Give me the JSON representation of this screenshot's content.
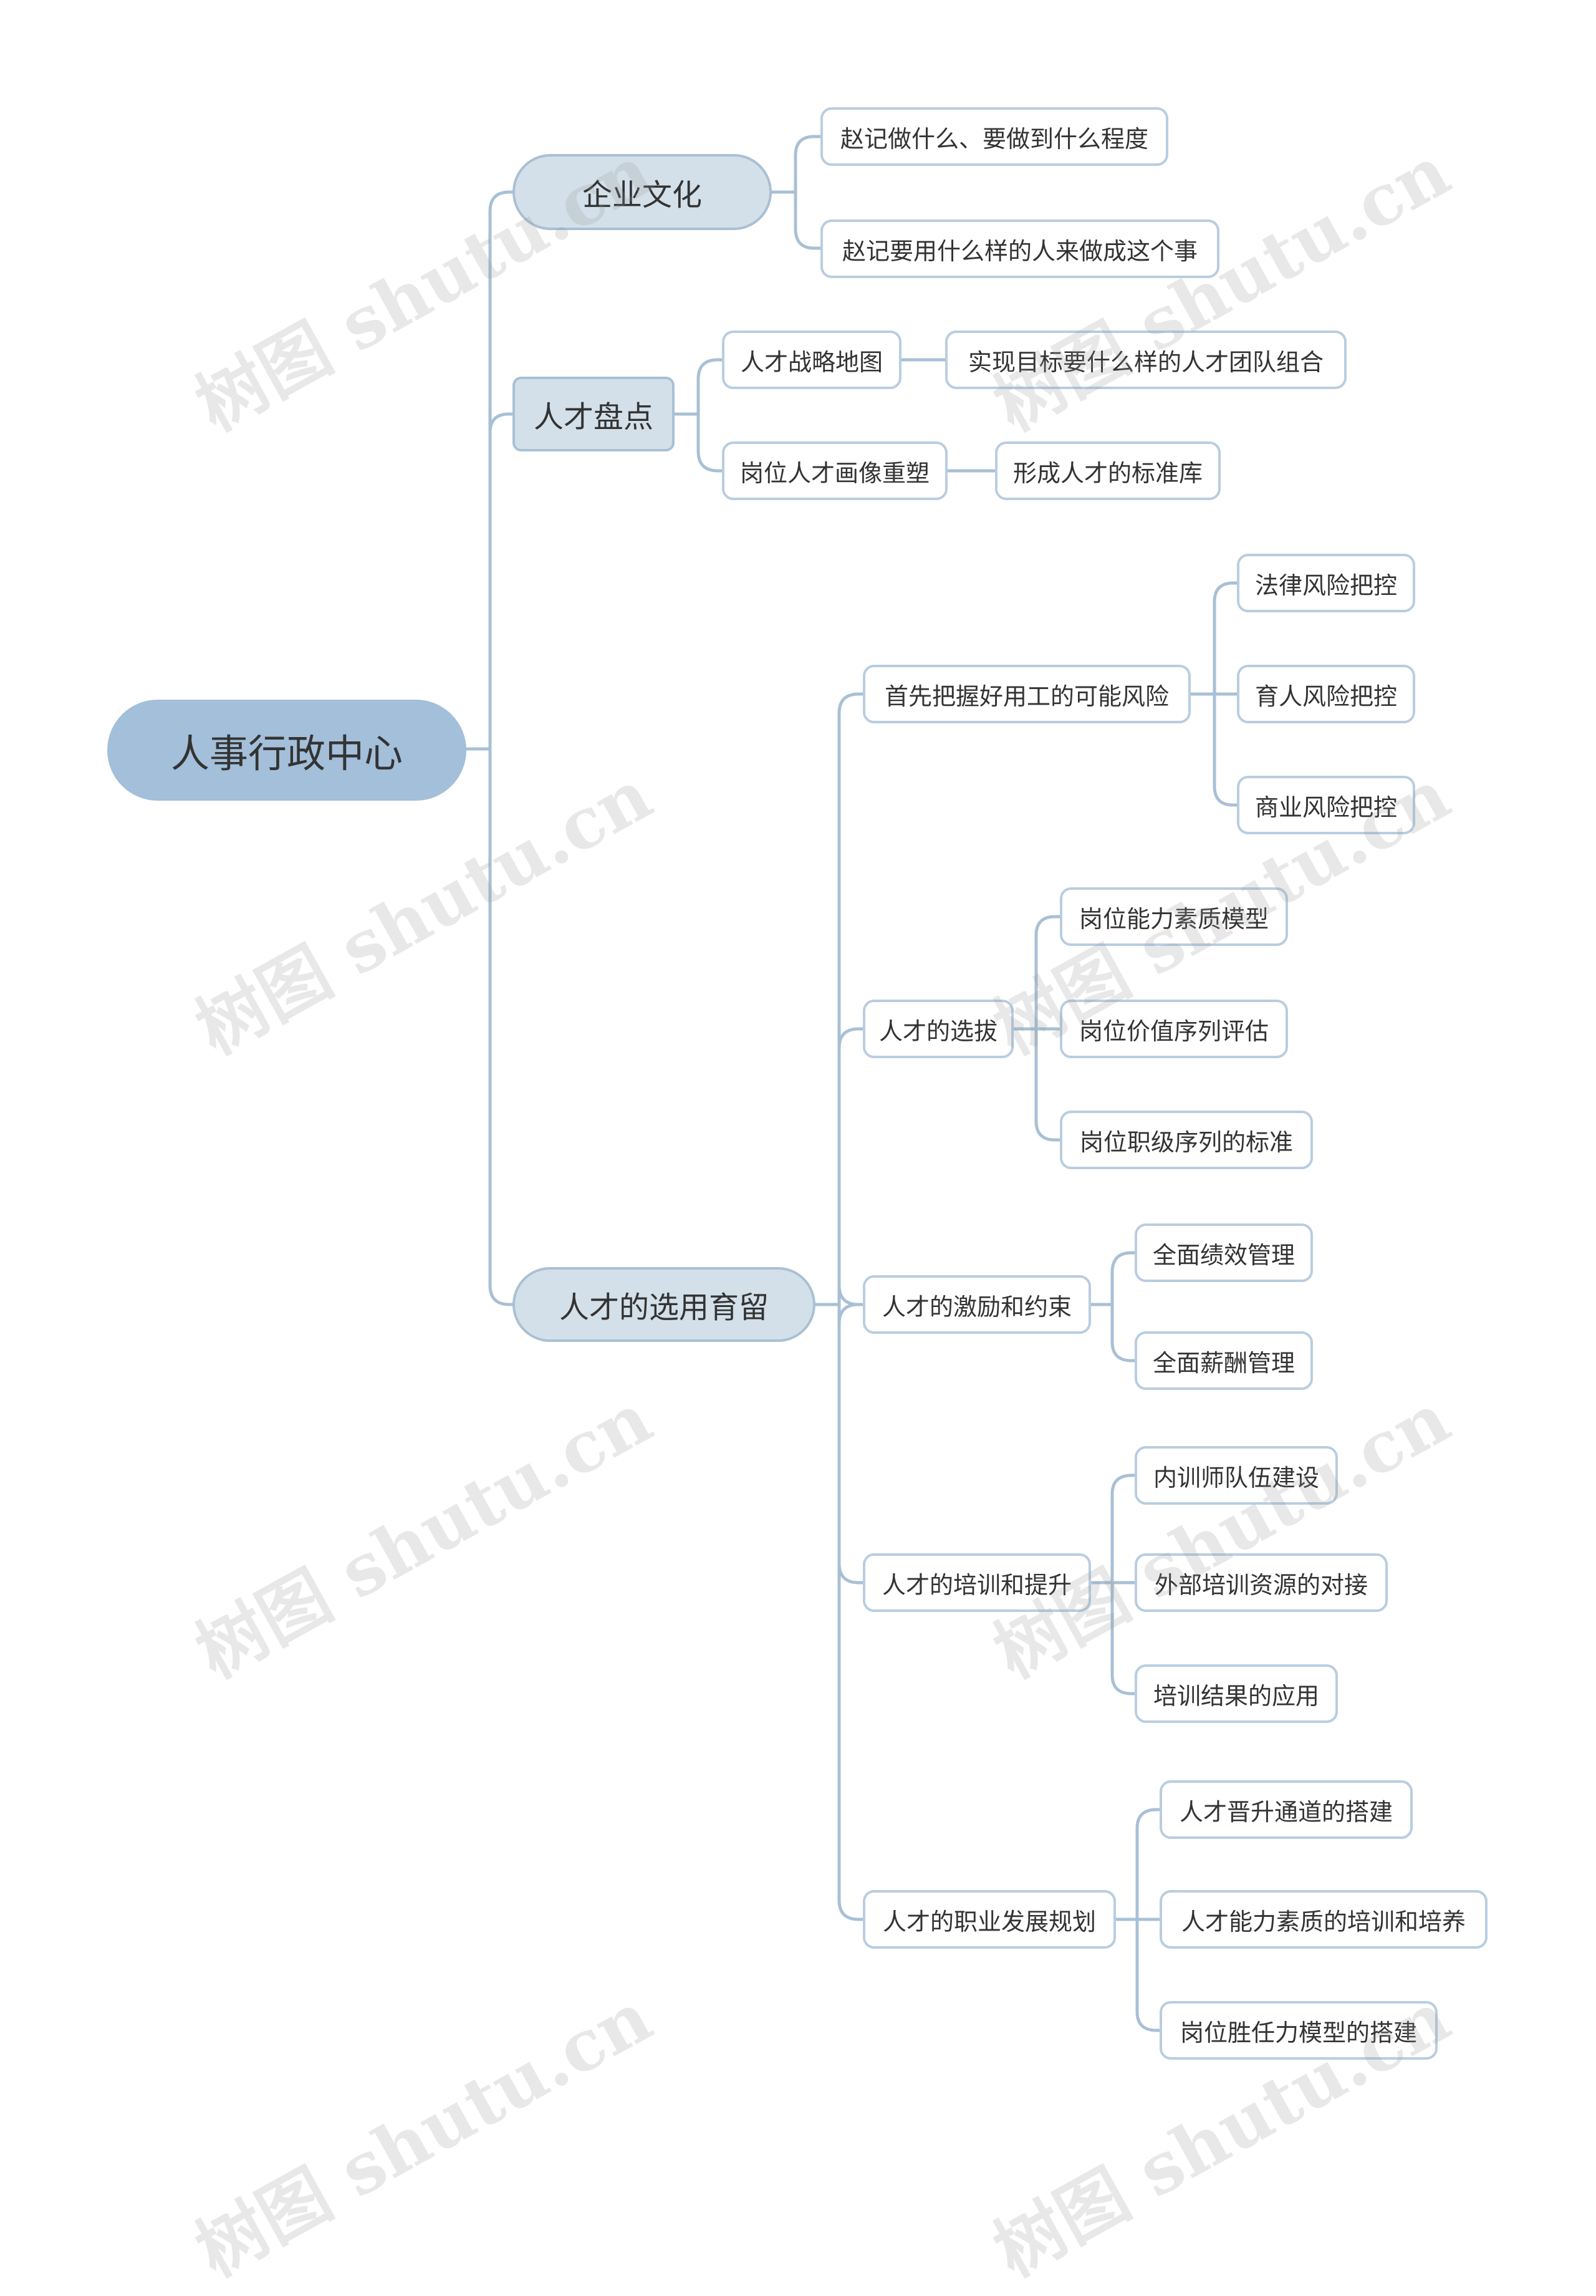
{
  "root": {
    "label": "人事行政中心"
  },
  "branch_culture": {
    "label": "企业文化",
    "children": [
      "赵记做什么、要做到什么程度",
      "赵记要用什么样的人来做成这个事"
    ]
  },
  "branch_inventory": {
    "label": "人才盘点",
    "children": [
      {
        "label": "人才战略地图",
        "child": "实现目标要什么样的人才团队组合"
      },
      {
        "label": "岗位人才画像重塑",
        "child": "形成人才的标准库"
      }
    ]
  },
  "branch_selection": {
    "label": "人才的选用育留",
    "groups": [
      {
        "label": "首先把握好用工的可能风险",
        "children": [
          "法律风险把控",
          "育人风险把控",
          "商业风险把控"
        ]
      },
      {
        "label": "人才的选拔",
        "children": [
          "岗位能力素质模型",
          "岗位价值序列评估",
          "岗位职级序列的标准"
        ]
      },
      {
        "label": "人才的激励和约束",
        "children": [
          "全面绩效管理",
          "全面薪酬管理"
        ]
      },
      {
        "label": "人才的培训和提升",
        "children": [
          "内训师队伍建设",
          "外部培训资源的对接",
          "培训结果的应用"
        ]
      },
      {
        "label": "人才的职业发展规划",
        "children": [
          "人才晋升通道的搭建",
          "人才能力素质的培训和培养",
          "岗位胜任力模型的搭建"
        ]
      }
    ]
  },
  "watermark": "树图 shutu.cn",
  "colors": {
    "root_fill": "#a3bfd9",
    "branch_fill": "#d3e0ea",
    "connector": "#a9c0d4",
    "leaf_border": "#b9cde0"
  }
}
